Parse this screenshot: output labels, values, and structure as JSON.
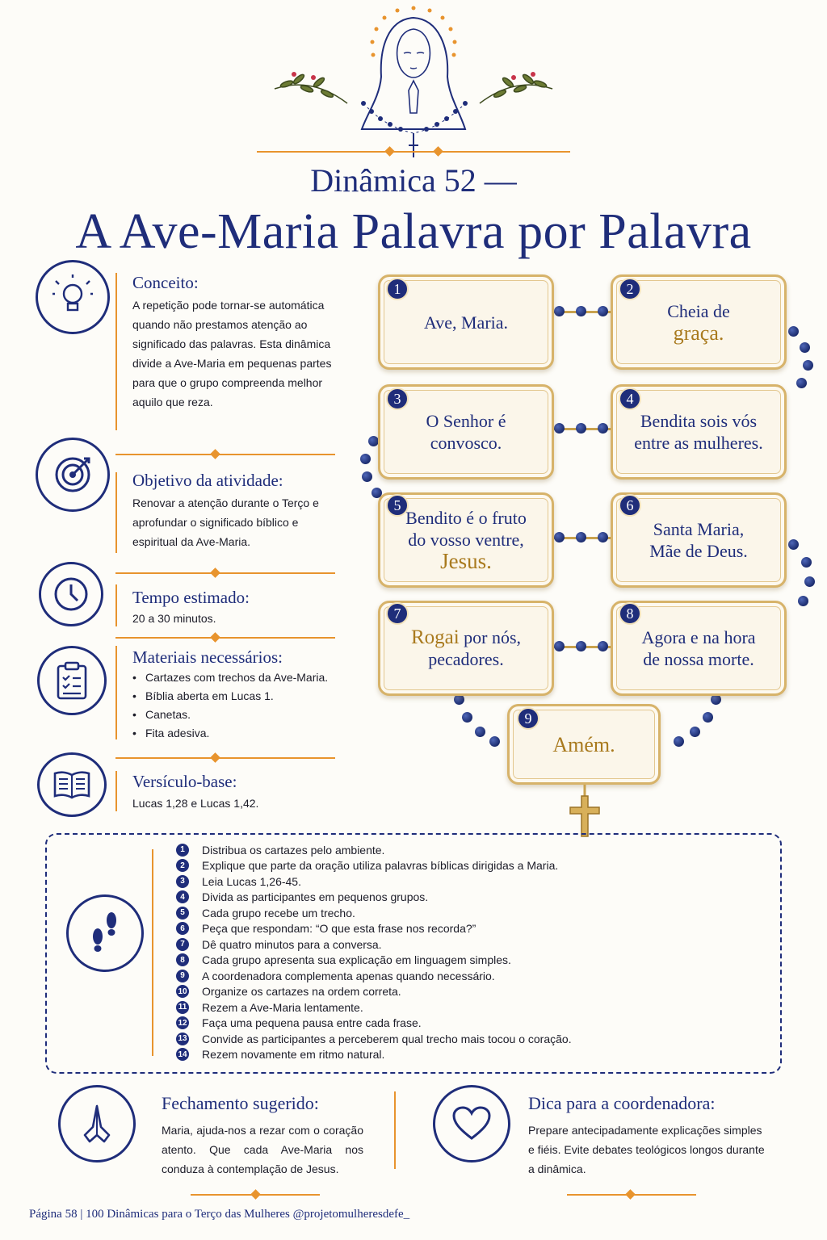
{
  "header": {
    "title_line1": "Dinâmica 52 —",
    "title_line2": "A Ave-Maria Palavra por Palavra"
  },
  "sections": {
    "conceito": {
      "title": "Conceito:",
      "text": "A repetição pode tornar-se automática quando não prestamos atenção ao significado das palavras. Esta dinâmica divide a Ave-Maria em pequenas partes para que o grupo compreenda melhor aquilo que reza.",
      "icon": "lightbulb-icon"
    },
    "objetivo": {
      "title": "Objetivo da atividade:",
      "text": "Renovar a atenção durante o Terço e aprofundar o significado bíblico e espiritual da Ave-Maria.",
      "icon": "target-icon"
    },
    "tempo": {
      "title": "Tempo estimado:",
      "text": "20 a 30 minutos.",
      "icon": "clock-icon"
    },
    "materiais": {
      "title": "Materiais necessários:",
      "items": [
        "Cartazes com trechos da Ave-Maria.",
        "Bíblia aberta em Lucas 1.",
        "Canetas.",
        "Fita adesiva."
      ],
      "icon": "clipboard-icon"
    },
    "versiculo": {
      "title": "Versículo-base:",
      "text": "Lucas 1,28 e Lucas 1,42.",
      "icon": "bible-icon"
    }
  },
  "cards": [
    {
      "num": "1",
      "pre": "Ave, Maria.",
      "highlight": "",
      "post": ""
    },
    {
      "num": "2",
      "pre": "Cheia de",
      "highlight": "graça.",
      "post": ""
    },
    {
      "num": "3",
      "pre": "O Senhor é convosco.",
      "highlight": "",
      "post": ""
    },
    {
      "num": "4",
      "pre": "Bendita sois vós entre as mulheres.",
      "highlight": "",
      "post": ""
    },
    {
      "num": "5",
      "pre": "Bendito é o fruto do vosso ventre,",
      "highlight": "Jesus.",
      "post": ""
    },
    {
      "num": "6",
      "pre": "Santa Maria, Mãe de Deus.",
      "highlight": "",
      "post": ""
    },
    {
      "num": "7",
      "pre": "",
      "highlight": "Rogai",
      "post": "por nós, pecadores."
    },
    {
      "num": "8",
      "pre": "Agora e na hora de nossa morte.",
      "highlight": "",
      "post": ""
    },
    {
      "num": "9",
      "pre": "",
      "highlight": "Amém.",
      "post": ""
    }
  ],
  "steps": [
    "Distribua os cartazes pelo ambiente.",
    "Explique que parte da oração utiliza palavras bíblicas dirigidas a Maria.",
    "Leia Lucas 1,26-45.",
    "Divida as participantes em pequenos grupos.",
    "Cada grupo recebe um trecho.",
    "Peça que respondam: “O que esta frase nos recorda?”",
    "Dê quatro minutos para a conversa.",
    "Cada grupo apresenta sua explicação em linguagem simples.",
    "A coordenadora complementa apenas quando necessário.",
    "Organize os cartazes na ordem correta.",
    "Rezem a Ave-Maria lentamente.",
    "Faça uma pequena pausa entre cada frase.",
    "Convide as participantes a perceberem qual trecho mais tocou o coração.",
    "Rezem novamente em ritmo natural."
  ],
  "fechamento": {
    "title": "Fechamento sugerido:",
    "text": "Maria, ajuda-nos a rezar com o coração atento. Que cada Ave-Maria nos conduza à contemplação de Jesus.",
    "icon": "praying-hands-icon"
  },
  "dica": {
    "title": "Dica para a coordenadora:",
    "text": "Prepare antecipadamente explicações simples e fiéis.  Evite debates teológicos longos durante a dinâmica.",
    "icon": "heart-icon"
  },
  "footer": {
    "text": "Página 58  |  100 Dinâmicas para o Terço das Mulheres @projetomulheresdefe_"
  },
  "colors": {
    "navy": "#1f2d7a",
    "gold": "#a97a1e",
    "orange": "#e8942e",
    "background": "#fdfcf8"
  }
}
